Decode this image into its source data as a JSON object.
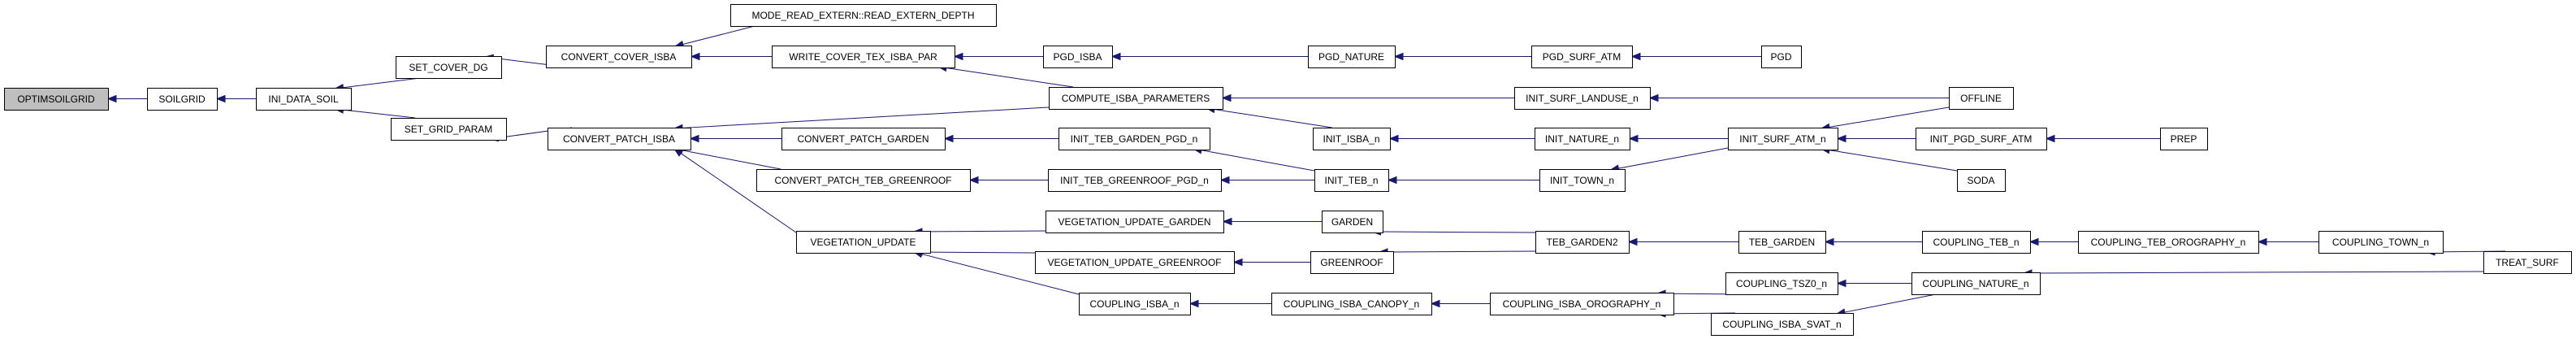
{
  "title": "Caller graph of OPTIMSOILGRID",
  "colors": {
    "edge": "#191970",
    "root_fill": "#bfbfbf",
    "node_fill": "#ffffff",
    "node_border": "#000000"
  },
  "root": "OPTIMSOILGRID",
  "nodes": [
    {
      "id": "OPTIMSOILGRID",
      "label": "OPTIMSOILGRID",
      "root": true
    },
    {
      "id": "SOILGRID",
      "label": "SOILGRID"
    },
    {
      "id": "INI_DATA_SOIL",
      "label": "INI_DATA_SOIL"
    },
    {
      "id": "SET_COVER_DG",
      "label": "SET_COVER_DG"
    },
    {
      "id": "SET_GRID_PARAM",
      "label": "SET_GRID_PARAM"
    },
    {
      "id": "CONVERT_COVER_ISBA",
      "label": "CONVERT_COVER_ISBA"
    },
    {
      "id": "CONVERT_PATCH_ISBA",
      "label": "CONVERT_PATCH_ISBA"
    },
    {
      "id": "MODE_READ_EXTERN",
      "label": "MODE_READ_EXTERN::READ_EXTERN_DEPTH"
    },
    {
      "id": "WRITE_COVER_TEX_ISBA_PAR",
      "label": "WRITE_COVER_TEX_ISBA_PAR"
    },
    {
      "id": "CONVERT_PATCH_GARDEN",
      "label": "CONVERT_PATCH_GARDEN"
    },
    {
      "id": "CONVERT_PATCH_TEB_GREENROOF",
      "label": "CONVERT_PATCH_TEB_GREENROOF"
    },
    {
      "id": "VEGETATION_UPDATE",
      "label": "VEGETATION_UPDATE"
    },
    {
      "id": "PGD_ISBA",
      "label": "PGD_ISBA"
    },
    {
      "id": "COMPUTE_ISBA_PARAMETERS",
      "label": "COMPUTE_ISBA_PARAMETERS"
    },
    {
      "id": "INIT_TEB_GARDEN_PGD_n",
      "label": "INIT_TEB_GARDEN_PGD_n"
    },
    {
      "id": "INIT_TEB_GREENROOF_PGD_n",
      "label": "INIT_TEB_GREENROOF_PGD_n"
    },
    {
      "id": "VEGETATION_UPDATE_GARDEN",
      "label": "VEGETATION_UPDATE_GARDEN"
    },
    {
      "id": "VEGETATION_UPDATE_GREENROOF",
      "label": "VEGETATION_UPDATE_GREENROOF"
    },
    {
      "id": "COUPLING_ISBA_n",
      "label": "COUPLING_ISBA_n"
    },
    {
      "id": "PGD_NATURE",
      "label": "PGD_NATURE"
    },
    {
      "id": "INIT_ISBA_n",
      "label": "INIT_ISBA_n"
    },
    {
      "id": "INIT_TEB_n",
      "label": "INIT_TEB_n"
    },
    {
      "id": "GARDEN",
      "label": "GARDEN"
    },
    {
      "id": "GREENROOF",
      "label": "GREENROOF"
    },
    {
      "id": "COUPLING_ISBA_CANOPY_n",
      "label": "COUPLING_ISBA_CANOPY_n"
    },
    {
      "id": "PGD_SURF_ATM",
      "label": "PGD_SURF_ATM"
    },
    {
      "id": "INIT_SURF_LANDUSE_n",
      "label": "INIT_SURF_LANDUSE_n"
    },
    {
      "id": "INIT_NATURE_n",
      "label": "INIT_NATURE_n"
    },
    {
      "id": "INIT_TOWN_n",
      "label": "INIT_TOWN_n"
    },
    {
      "id": "TEB_GARDEN2",
      "label": "TEB_GARDEN2"
    },
    {
      "id": "COUPLING_ISBA_OROGRAPHY_n",
      "label": "COUPLING_ISBA_OROGRAPHY_n"
    },
    {
      "id": "PGD",
      "label": "PGD"
    },
    {
      "id": "INIT_SURF_ATM_n",
      "label": "INIT_SURF_ATM_n"
    },
    {
      "id": "TEB_GARDEN",
      "label": "TEB_GARDEN"
    },
    {
      "id": "COUPLING_TSZ0_n",
      "label": "COUPLING_TSZ0_n"
    },
    {
      "id": "COUPLING_ISBA_SVAT_n",
      "label": "COUPLING_ISBA_SVAT_n"
    },
    {
      "id": "OFFLINE",
      "label": "OFFLINE"
    },
    {
      "id": "INIT_PGD_SURF_ATM",
      "label": "INIT_PGD_SURF_ATM"
    },
    {
      "id": "SODA",
      "label": "SODA"
    },
    {
      "id": "COUPLING_TEB_n",
      "label": "COUPLING_TEB_n"
    },
    {
      "id": "COUPLING_NATURE_n",
      "label": "COUPLING_NATURE_n"
    },
    {
      "id": "PREP",
      "label": "PREP"
    },
    {
      "id": "COUPLING_TEB_OROGRAPHY_n",
      "label": "COUPLING_TEB_OROGRAPHY_n"
    },
    {
      "id": "COUPLING_TOWN_n",
      "label": "COUPLING_TOWN_n"
    },
    {
      "id": "TREAT_SURF",
      "label": "TREAT_SURF"
    }
  ],
  "edges": [
    [
      "SOILGRID",
      "OPTIMSOILGRID"
    ],
    [
      "INI_DATA_SOIL",
      "SOILGRID"
    ],
    [
      "SET_COVER_DG",
      "INI_DATA_SOIL"
    ],
    [
      "SET_GRID_PARAM",
      "INI_DATA_SOIL"
    ],
    [
      "CONVERT_COVER_ISBA",
      "SET_COVER_DG"
    ],
    [
      "CONVERT_PATCH_ISBA",
      "SET_GRID_PARAM"
    ],
    [
      "MODE_READ_EXTERN",
      "CONVERT_COVER_ISBA"
    ],
    [
      "WRITE_COVER_TEX_ISBA_PAR",
      "CONVERT_COVER_ISBA"
    ],
    [
      "COMPUTE_ISBA_PARAMETERS",
      "CONVERT_PATCH_ISBA"
    ],
    [
      "CONVERT_PATCH_GARDEN",
      "CONVERT_PATCH_ISBA"
    ],
    [
      "CONVERT_PATCH_TEB_GREENROOF",
      "CONVERT_PATCH_ISBA"
    ],
    [
      "VEGETATION_UPDATE",
      "CONVERT_PATCH_ISBA"
    ],
    [
      "PGD_ISBA",
      "WRITE_COVER_TEX_ISBA_PAR"
    ],
    [
      "COMPUTE_ISBA_PARAMETERS",
      "WRITE_COVER_TEX_ISBA_PAR"
    ],
    [
      "INIT_TEB_GARDEN_PGD_n",
      "CONVERT_PATCH_GARDEN"
    ],
    [
      "INIT_TEB_GREENROOF_PGD_n",
      "CONVERT_PATCH_TEB_GREENROOF"
    ],
    [
      "VEGETATION_UPDATE_GARDEN",
      "VEGETATION_UPDATE"
    ],
    [
      "VEGETATION_UPDATE_GREENROOF",
      "VEGETATION_UPDATE"
    ],
    [
      "COUPLING_ISBA_n",
      "VEGETATION_UPDATE"
    ],
    [
      "PGD_NATURE",
      "PGD_ISBA"
    ],
    [
      "INIT_SURF_LANDUSE_n",
      "COMPUTE_ISBA_PARAMETERS"
    ],
    [
      "INIT_ISBA_n",
      "COMPUTE_ISBA_PARAMETERS"
    ],
    [
      "INIT_TEB_n",
      "INIT_TEB_GARDEN_PGD_n"
    ],
    [
      "INIT_TEB_n",
      "INIT_TEB_GREENROOF_PGD_n"
    ],
    [
      "GARDEN",
      "VEGETATION_UPDATE_GARDEN"
    ],
    [
      "GREENROOF",
      "VEGETATION_UPDATE_GREENROOF"
    ],
    [
      "COUPLING_ISBA_CANOPY_n",
      "COUPLING_ISBA_n"
    ],
    [
      "PGD_SURF_ATM",
      "PGD_NATURE"
    ],
    [
      "INIT_NATURE_n",
      "INIT_ISBA_n"
    ],
    [
      "INIT_TOWN_n",
      "INIT_TEB_n"
    ],
    [
      "TEB_GARDEN2",
      "GARDEN"
    ],
    [
      "TEB_GARDEN2",
      "GREENROOF"
    ],
    [
      "COUPLING_ISBA_OROGRAPHY_n",
      "COUPLING_ISBA_CANOPY_n"
    ],
    [
      "PGD",
      "PGD_SURF_ATM"
    ],
    [
      "OFFLINE",
      "INIT_SURF_LANDUSE_n"
    ],
    [
      "INIT_SURF_ATM_n",
      "INIT_NATURE_n"
    ],
    [
      "INIT_SURF_ATM_n",
      "INIT_TOWN_n"
    ],
    [
      "TEB_GARDEN",
      "TEB_GARDEN2"
    ],
    [
      "COUPLING_TSZ0_n",
      "COUPLING_ISBA_OROGRAPHY_n"
    ],
    [
      "COUPLING_ISBA_SVAT_n",
      "COUPLING_ISBA_OROGRAPHY_n"
    ],
    [
      "OFFLINE",
      "INIT_SURF_ATM_n"
    ],
    [
      "INIT_PGD_SURF_ATM",
      "INIT_SURF_ATM_n"
    ],
    [
      "SODA",
      "INIT_SURF_ATM_n"
    ],
    [
      "COUPLING_TEB_n",
      "TEB_GARDEN"
    ],
    [
      "COUPLING_NATURE_n",
      "COUPLING_TSZ0_n"
    ],
    [
      "COUPLING_NATURE_n",
      "COUPLING_ISBA_SVAT_n"
    ],
    [
      "PREP",
      "INIT_PGD_SURF_ATM"
    ],
    [
      "COUPLING_TEB_OROGRAPHY_n",
      "COUPLING_TEB_n"
    ],
    [
      "COUPLING_TOWN_n",
      "COUPLING_TEB_OROGRAPHY_n"
    ],
    [
      "TREAT_SURF",
      "COUPLING_TOWN_n"
    ],
    [
      "TREAT_SURF",
      "COUPLING_NATURE_n"
    ]
  ]
}
